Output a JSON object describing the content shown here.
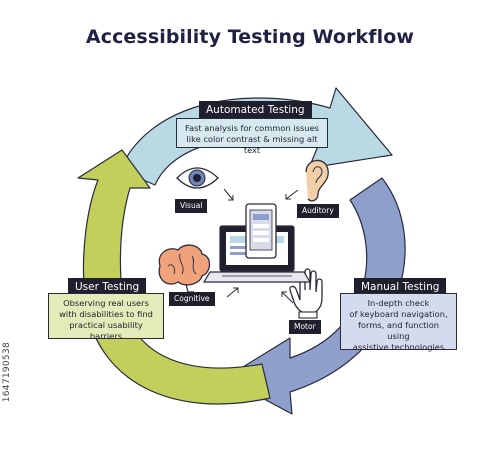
{
  "title": "Accessibility Testing Workflow",
  "stages": {
    "automated": {
      "label": "Automated Testing",
      "description": [
        "Fast analysis for common issues",
        "like color contrast & missing alt text"
      ],
      "color": "#b9d9e4"
    },
    "manual": {
      "label": "Manual Testing",
      "description": [
        "In-depth check",
        "of keyboard navigation,",
        "forms, and function using",
        "assistive technologies"
      ],
      "color": "#8e9fcc"
    },
    "user": {
      "label": "User Testing",
      "description": [
        "Observing real users",
        "with disabilities to find",
        "practical usability barriers"
      ],
      "color": "#c2cf5a"
    }
  },
  "center_icons": {
    "visual": "Visual",
    "auditory": "Auditory",
    "cognitive": "Cognitive",
    "motor": "Motor"
  },
  "stock_id": "1647190538",
  "colors": {
    "outline": "#2a2a3a",
    "tag_bg": "#1f1f2e",
    "title": "#1f2042"
  }
}
